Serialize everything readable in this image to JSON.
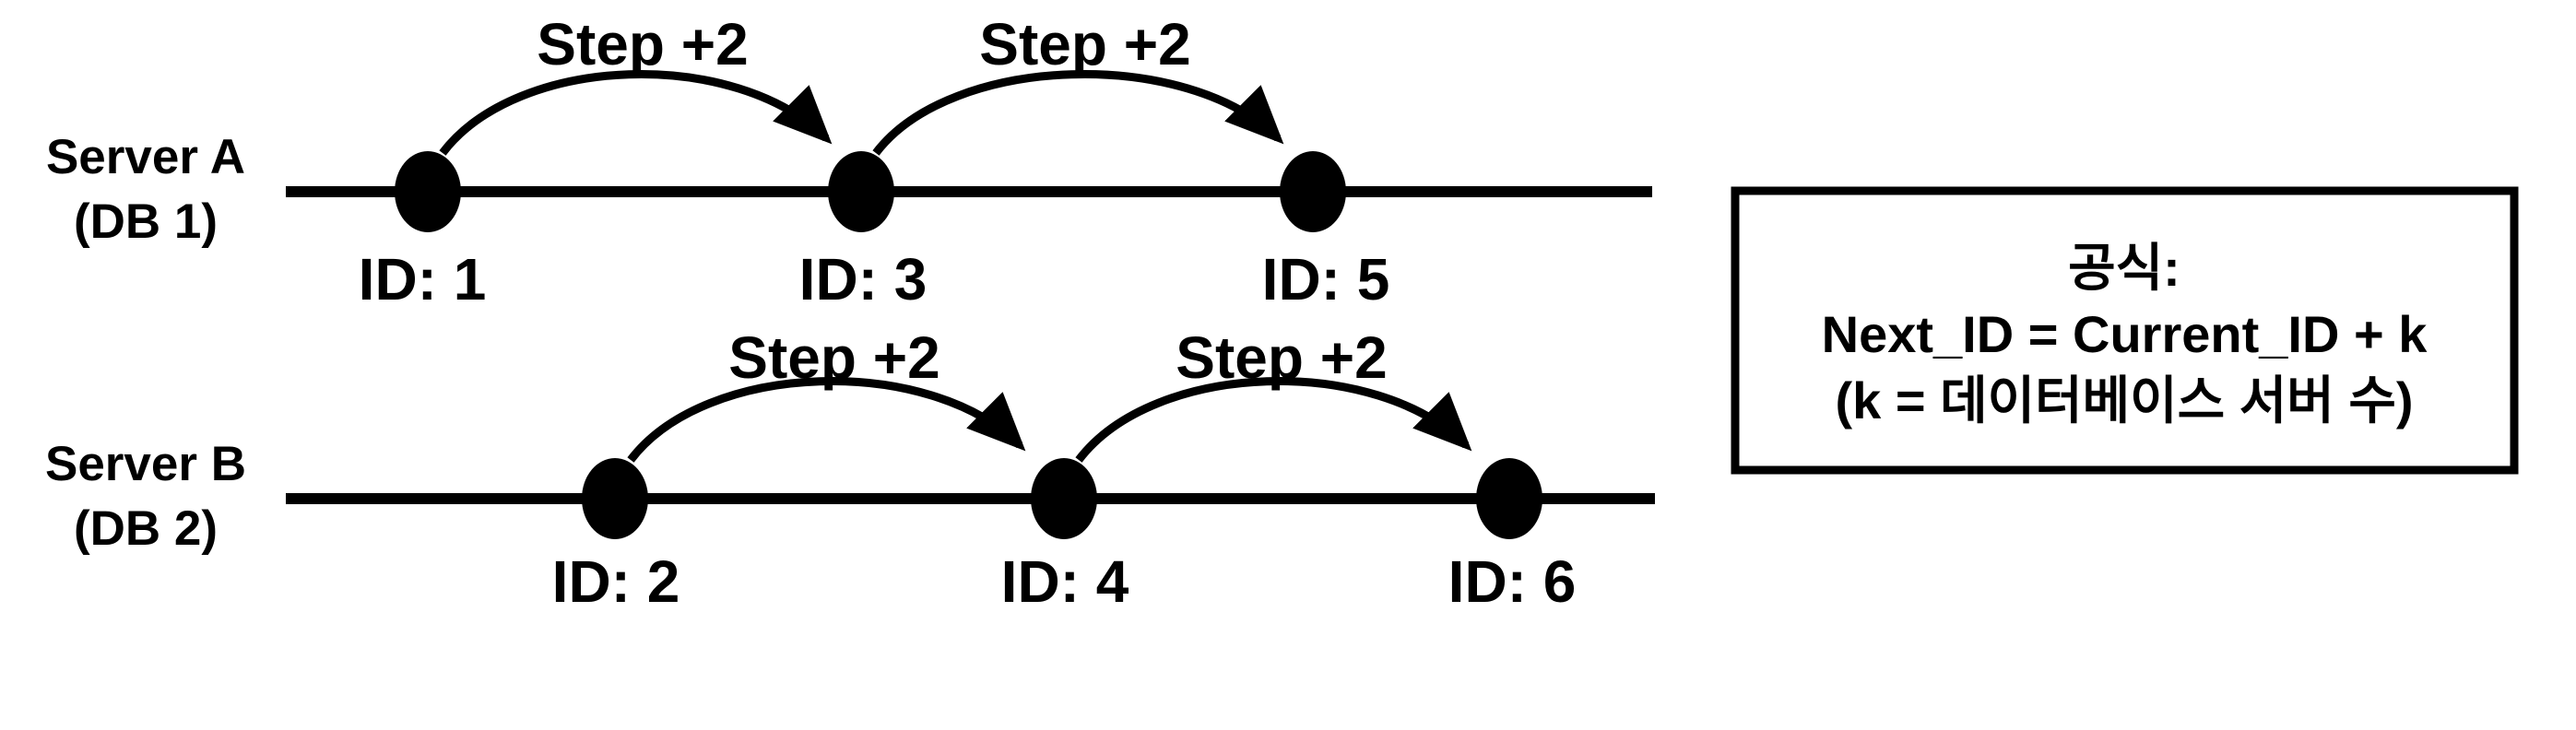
{
  "diagram": {
    "title_semantic": "Sharded auto-increment ID generation across two database servers",
    "colors": {
      "foreground": "#000000",
      "background": "#ffffff"
    },
    "servers": [
      {
        "name_line1": "Server A",
        "name_line2": "(DB 1)",
        "ids": [
          "ID: 1",
          "ID: 3",
          "ID: 5"
        ],
        "steps": [
          "Step +2",
          "Step +2"
        ]
      },
      {
        "name_line1": "Server B",
        "name_line2": "(DB 2)",
        "ids": [
          "ID: 2",
          "ID: 4",
          "ID: 6"
        ],
        "steps": [
          "Step +2",
          "Step +2"
        ]
      }
    ],
    "formula_box": {
      "title": "공식:",
      "formula": "Next_ID = Current_ID + k",
      "note": "(k = 데이터베이스 서버 수)"
    }
  }
}
